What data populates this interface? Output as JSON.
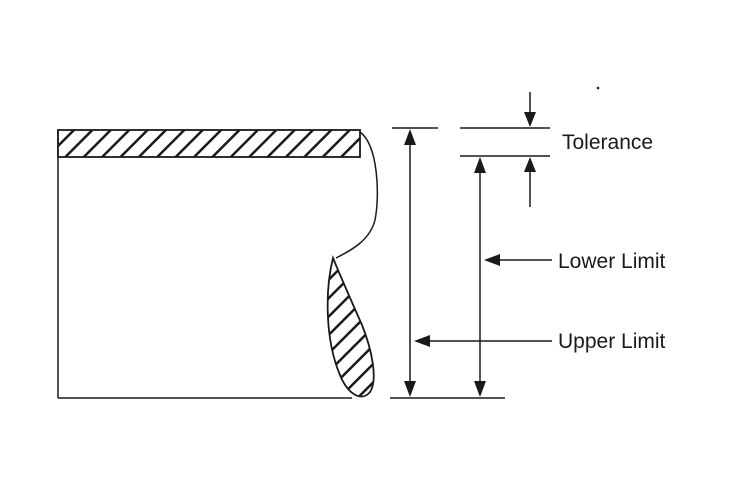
{
  "labels": {
    "tolerance": "Tolerance",
    "lower_limit": "Lower Limit",
    "upper_limit": "Upper Limit"
  },
  "colors": {
    "ink": "#1a1a1a",
    "background": "#ffffff"
  }
}
